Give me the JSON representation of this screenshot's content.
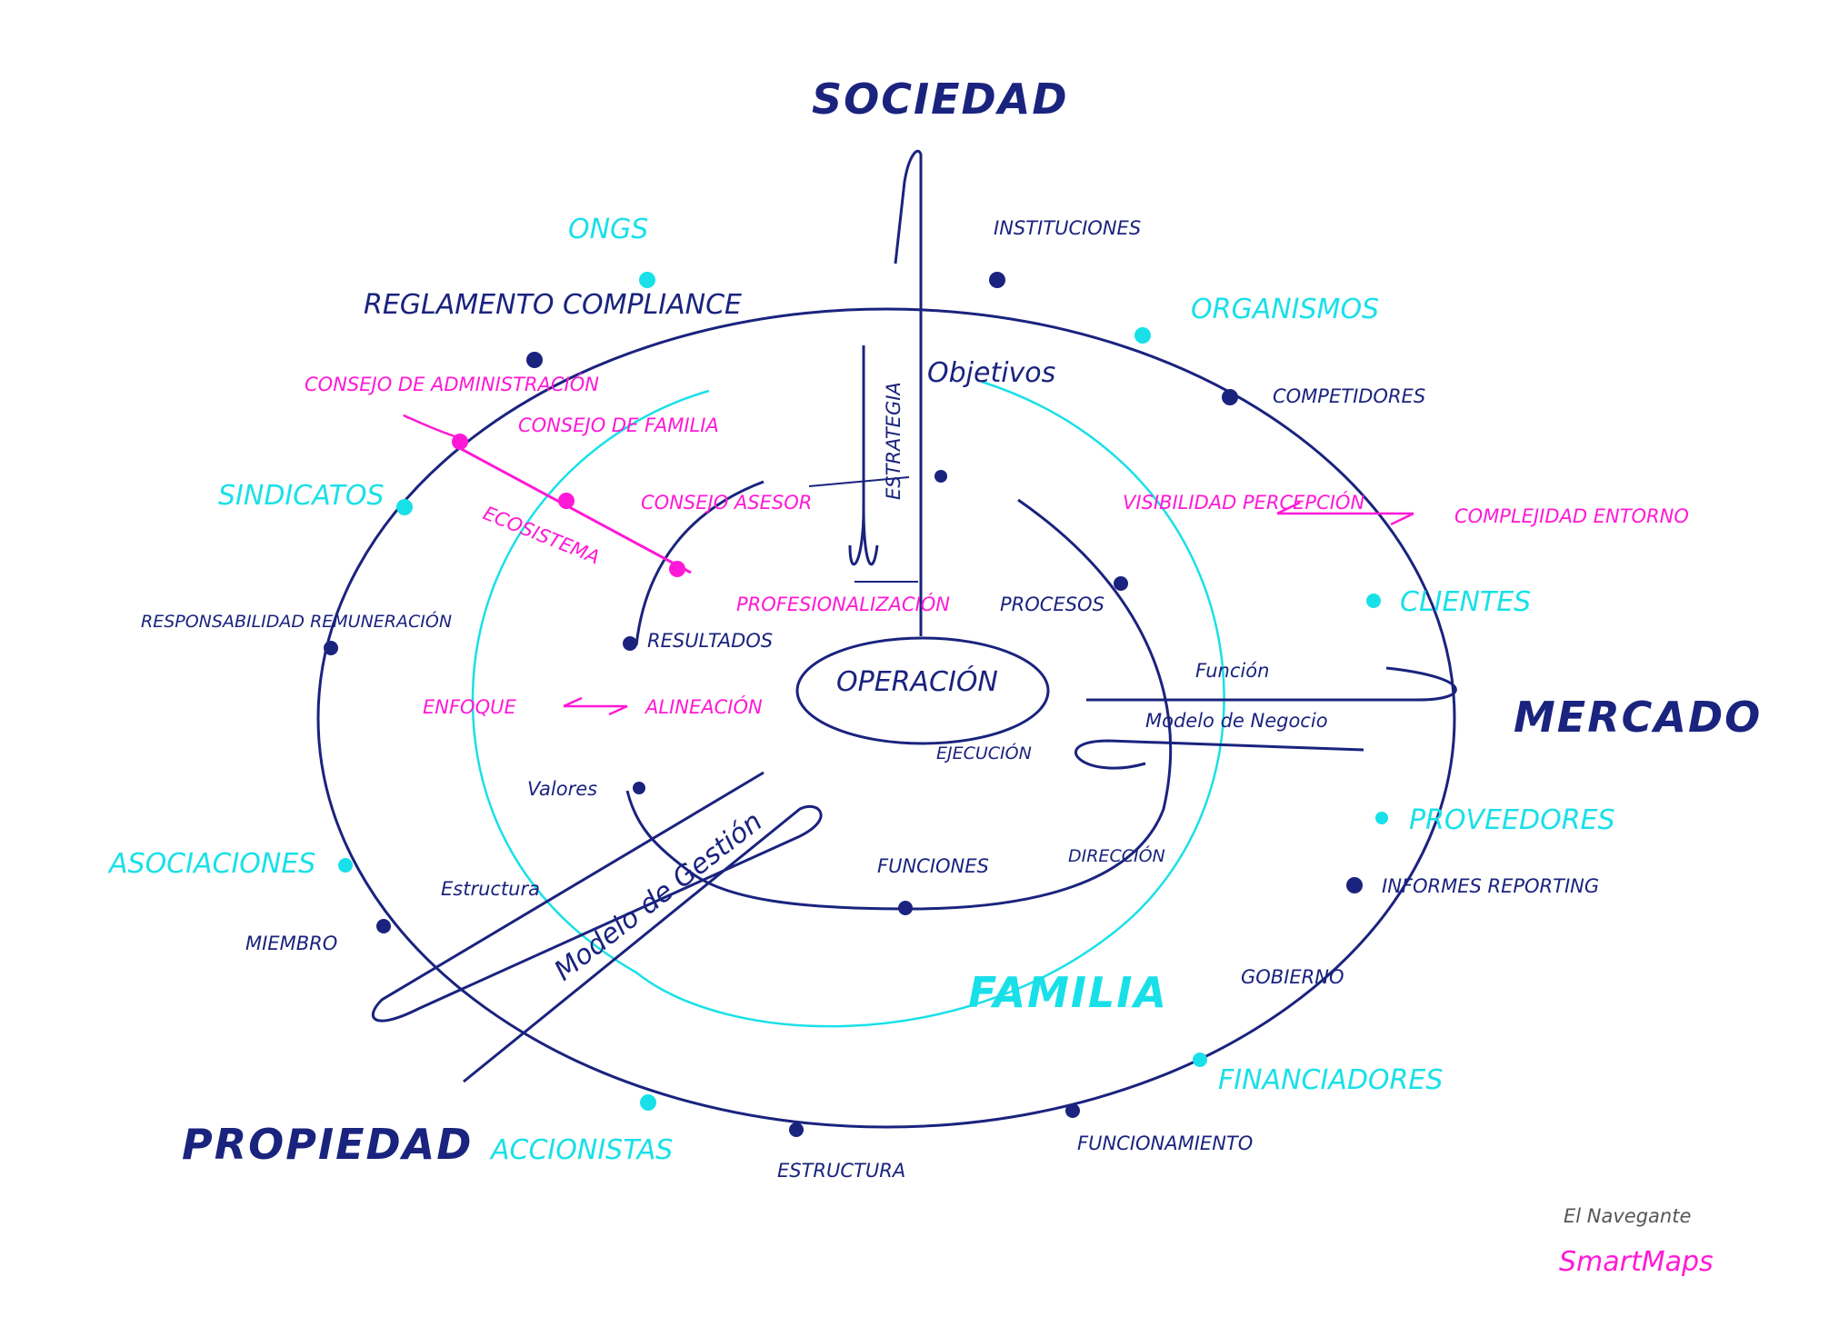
{
  "colors": {
    "navy": "#1a237e",
    "cyan": "#19e0e8",
    "magenta": "#ff19d6",
    "grey": "#555555"
  },
  "quadrants": {
    "top": "SOCIEDAD",
    "right": "MERCADO",
    "bottom_left": "PROPIEDAD"
  },
  "outer_ring": {
    "navy_nodes": [
      "INSTITUCIONES",
      "COMPETIDORES",
      "INFORMES REPORTING",
      "GOBIERNO",
      "FUNCIONAMIENTO",
      "ESTRUCTURA",
      "MIEMBRO",
      "RESPONSABILIDAD REMUNERACIÓN",
      "REGLAMENTO COMPLIANCE"
    ],
    "cyan_nodes": [
      "ONGS",
      "ORGANISMOS",
      "CLIENTES",
      "PROVEEDORES",
      "FINANCIADORES",
      "ACCIONISTAS",
      "ASOCIACIONES",
      "SINDICATOS"
    ]
  },
  "middle_ring": {
    "label": "FAMILIA",
    "magenta_items": [
      "VISIBILIDAD PERCEPCIÓN",
      "COMPLEJIDAD ENTORNO",
      "CONSEJO DE ADMINISTRACIÓN",
      "CONSEJO DE FAMILIA",
      "CONSEJO ASESOR",
      "ECOSISTEMA",
      "PROFESIONALIZACIÓN",
      "ENFOQUE",
      "ALINEACIÓN"
    ]
  },
  "inner_ring": {
    "items": [
      "ESTRATEGIA",
      "Objetivos",
      "PROCESOS",
      "RESULTADOS",
      "Función",
      "Modelo de Negocio",
      "DIRECCIÓN",
      "FUNCIONES",
      "Valores",
      "Estructura"
    ]
  },
  "core": {
    "label": "OPERACIÓN",
    "sub": "EJECUCIÓN"
  },
  "band_left": "Modelo de Gestión",
  "signature": {
    "line1": "El Navegante",
    "line2": "SmartMaps"
  }
}
